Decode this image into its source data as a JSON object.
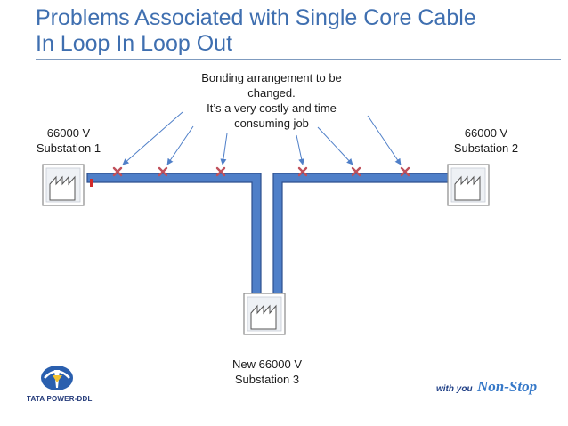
{
  "title": {
    "line1": "Problems Associated with Single Core Cable",
    "line2": "In Loop In Loop Out"
  },
  "note": {
    "line1": "Bonding arrangement to be",
    "line2": "changed.",
    "line3": "It’s a very costly and time",
    "line4": "consuming job"
  },
  "substations": [
    {
      "voltage": "66000 V",
      "name": "Substation 1"
    },
    {
      "voltage": "66000 V",
      "name": "Substation 2"
    },
    {
      "voltage": "New 66000 V",
      "name": "Substation 3"
    }
  ],
  "footer": {
    "brand": "TATA POWER-DDL",
    "slogan_prefix": "with you",
    "slogan_main": "Non-Stop"
  },
  "colors": {
    "title": "#3f6fb0",
    "cable_fill": "#4f7fc8",
    "cable_stroke": "#2d4f8e",
    "cross": "#c0505a",
    "arrow": "#4f7fc8",
    "marker": "#d22a2a"
  }
}
